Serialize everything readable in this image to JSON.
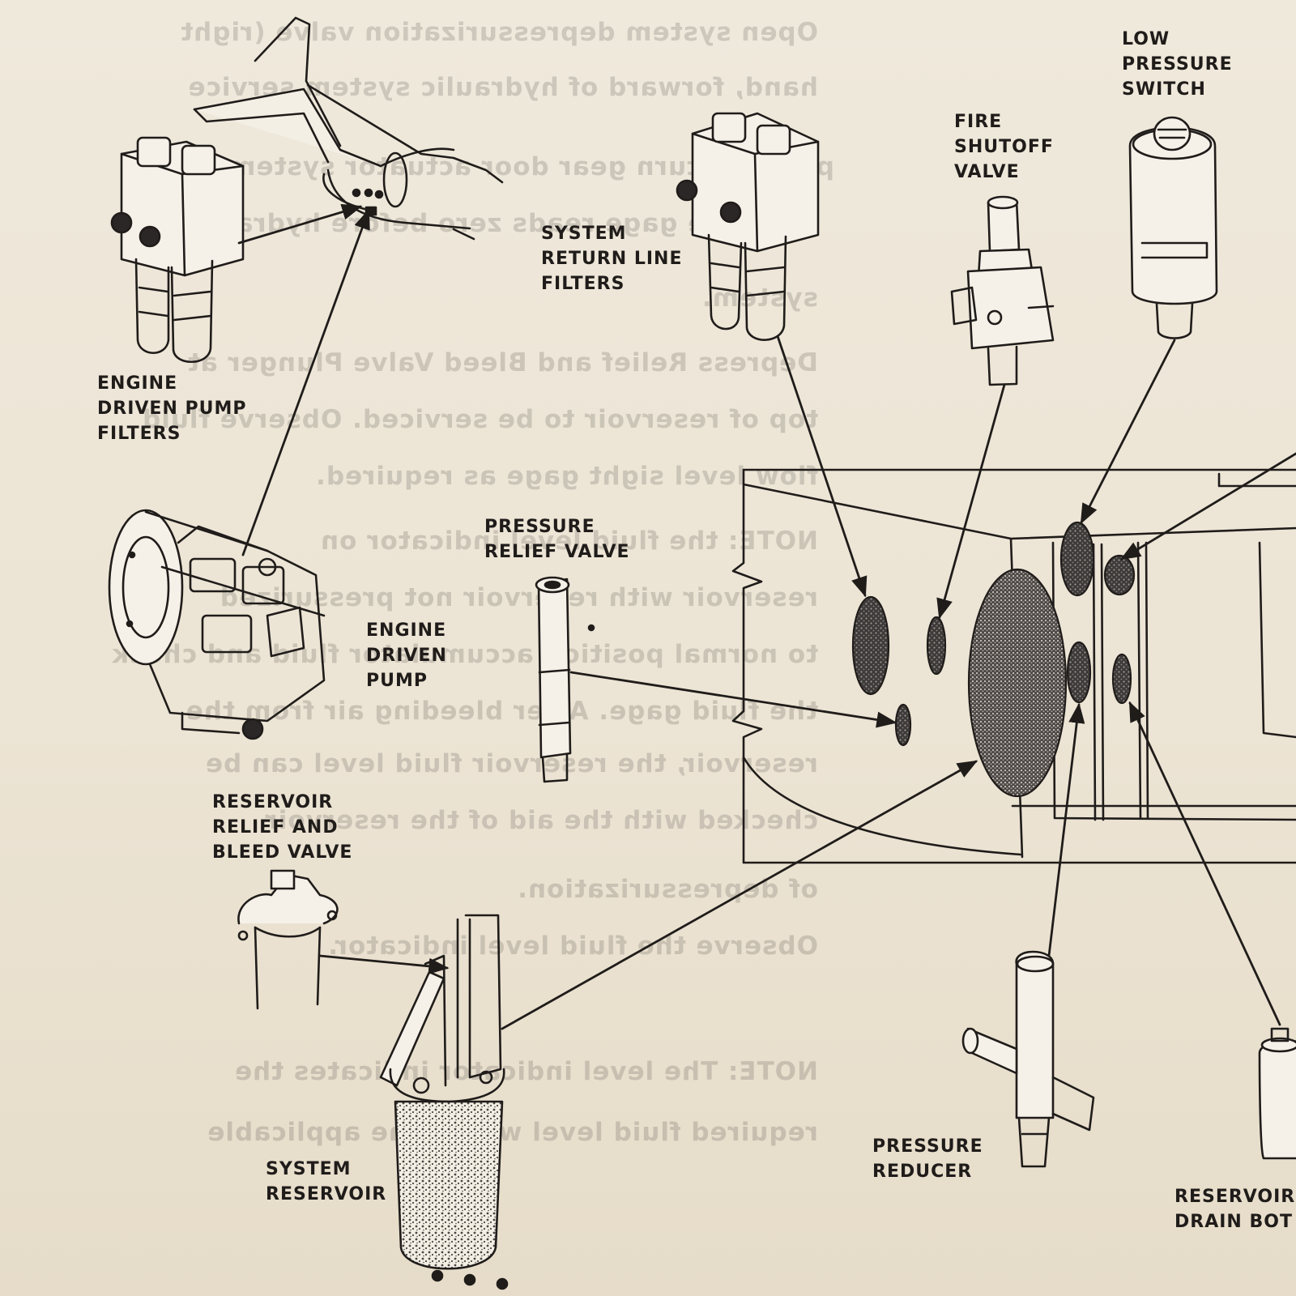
{
  "labels": {
    "engine_driven_pump_filters": [
      "ENGINE",
      "DRIVEN PUMP",
      "FILTERS"
    ],
    "engine_driven_pump": [
      "ENGINE",
      "DRIVEN",
      "PUMP"
    ],
    "reservoir_relief_bleed_valve": [
      "RESERVOIR",
      "RELIEF AND",
      "BLEED VALVE"
    ],
    "system_reservoir": [
      "SYSTEM",
      "RESERVOIR"
    ],
    "system_return_line_filters": [
      "SYSTEM",
      "RETURN LINE",
      "FILTERS"
    ],
    "pressure_relief_valve": [
      "PRESSURE",
      "RELIEF VALVE"
    ],
    "fire_shutoff_valve": [
      "FIRE",
      "SHUTOFF",
      "VALVE"
    ],
    "low_pressure_switch": [
      "LOW",
      "PRESSURE",
      "SWITCH"
    ],
    "pressure_reducer": [
      "PRESSURE",
      "REDUCER"
    ],
    "reservoir_drain_bottle": [
      "RESERVOIR",
      "DRAIN BOT"
    ]
  },
  "bleed_through_text": [
    "Open system depressurization valve (right",
    "hand, forward of hydraulic system service",
    "panel) return gear door actuator system relay",
    "pressure gage reads zero before hydraulic",
    "system.",
    "Depress Relief and Bleed Valve Plunger at",
    "top of reservoir to be serviced. Observe fluid",
    "flow level sight gage as required.",
    "NOTE: the fluid level indicator on",
    "reservoir with reservoir not pressurized",
    "to normal position accumulator fluid and check",
    "the fluid gage. After bleeding air from the",
    "reservoir, the reservoir fluid level can be",
    "checked with the aid of the reservoir",
    "of depressurization.",
    "Observe the fluid level indicator.",
    "NOTE: The level indicator indicates the",
    "required fluid level within the applicable"
  ],
  "colors": {
    "paper": "#ece4d4",
    "ink": "#1f1c1a",
    "stipple": "#5a5552"
  }
}
